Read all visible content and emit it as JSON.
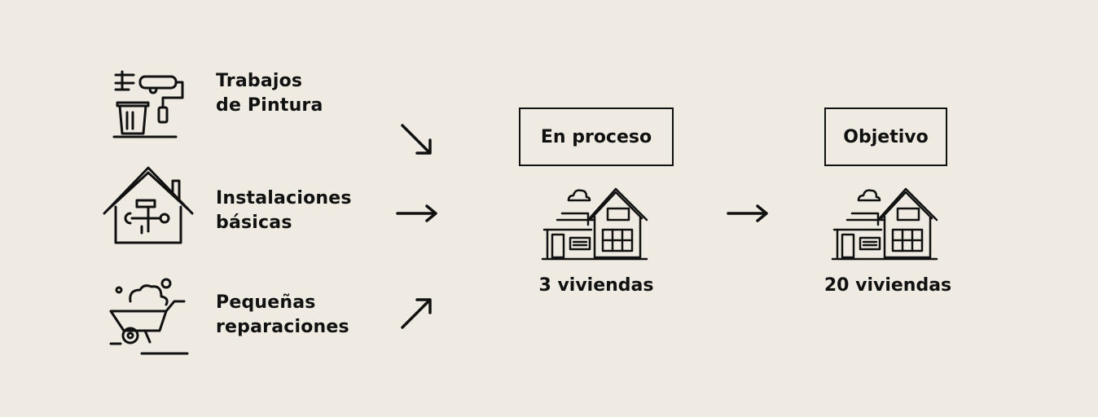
{
  "tasks": [
    {
      "line1": "Trabajos",
      "line2": "de Pintura",
      "icon": "paint-supplies-icon"
    },
    {
      "line1": "Instalaciones",
      "line2": "básicas",
      "icon": "house-tools-icon"
    },
    {
      "line1": "Pequeñas",
      "line2": "reparaciones",
      "icon": "wheelbarrow-icon"
    }
  ],
  "in_progress": {
    "title": "En proceso",
    "count": "3 viviendas",
    "icon": "house-icon"
  },
  "goal": {
    "title": "Objetivo",
    "count": "20 viviendas",
    "icon": "house-icon"
  },
  "colors": {
    "background": "#efebe3",
    "ink": "#111111"
  }
}
